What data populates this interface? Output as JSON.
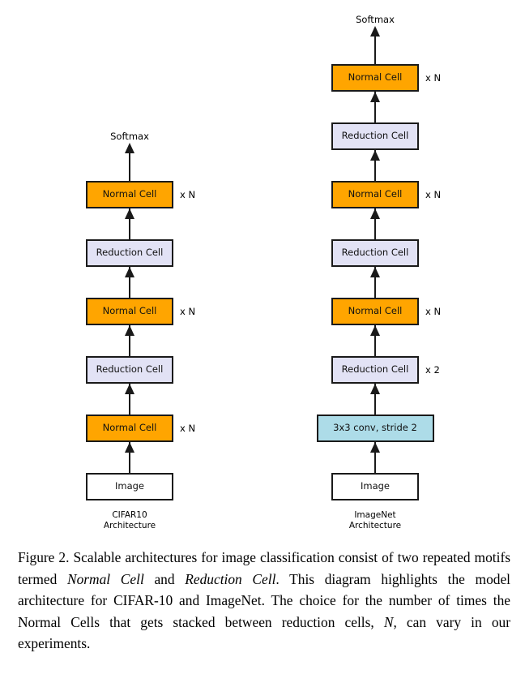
{
  "figure": {
    "columns": [
      {
        "id": "cifar10",
        "caption_line1": "CIFAR10",
        "caption_line2": "Architecture",
        "top_label": "Softmax",
        "nodes": [
          {
            "label": "Image",
            "type": "image",
            "multiplier": ""
          },
          {
            "label": "Normal Cell",
            "type": "normal",
            "multiplier": "x N"
          },
          {
            "label": "Reduction Cell",
            "type": "reduction",
            "multiplier": ""
          },
          {
            "label": "Normal Cell",
            "type": "normal",
            "multiplier": "x N"
          },
          {
            "label": "Reduction Cell",
            "type": "reduction",
            "multiplier": ""
          },
          {
            "label": "Normal Cell",
            "type": "normal",
            "multiplier": "x N"
          }
        ]
      },
      {
        "id": "imagenet",
        "caption_line1": "ImageNet",
        "caption_line2": "Architecture",
        "top_label": "Softmax",
        "nodes": [
          {
            "label": "Image",
            "type": "image",
            "multiplier": ""
          },
          {
            "label": "3x3 conv, stride 2",
            "type": "conv",
            "multiplier": "",
            "wide": true
          },
          {
            "label": "Reduction Cell",
            "type": "reduction",
            "multiplier": "x 2"
          },
          {
            "label": "Normal Cell",
            "type": "normal",
            "multiplier": "x N"
          },
          {
            "label": "Reduction Cell",
            "type": "reduction",
            "multiplier": ""
          },
          {
            "label": "Normal Cell",
            "type": "normal",
            "multiplier": "x N"
          },
          {
            "label": "Reduction Cell",
            "type": "reduction",
            "multiplier": ""
          },
          {
            "label": "Normal Cell",
            "type": "normal",
            "multiplier": "x N"
          }
        ]
      }
    ],
    "colors": {
      "normal_cell": "#FFA500",
      "reduction_cell": "#E2E2F5",
      "conv": "#ADDCE8",
      "image": "#FFFFFF",
      "stroke": "#1A1A1A"
    }
  },
  "caption": {
    "figure_number": "Figure 2.",
    "part1": " Scalable architectures for image classification consist of two repeated motifs termed ",
    "em1": "Normal Cell",
    "part2": " and ",
    "em2": "Reduction Cell",
    "part3": ". This diagram highlights the model architecture for CIFAR-10 and ImageNet. The choice for the number of times the Normal Cells that gets stacked between reduction cells, ",
    "var": "N",
    "part4": ", can vary in our experiments."
  }
}
